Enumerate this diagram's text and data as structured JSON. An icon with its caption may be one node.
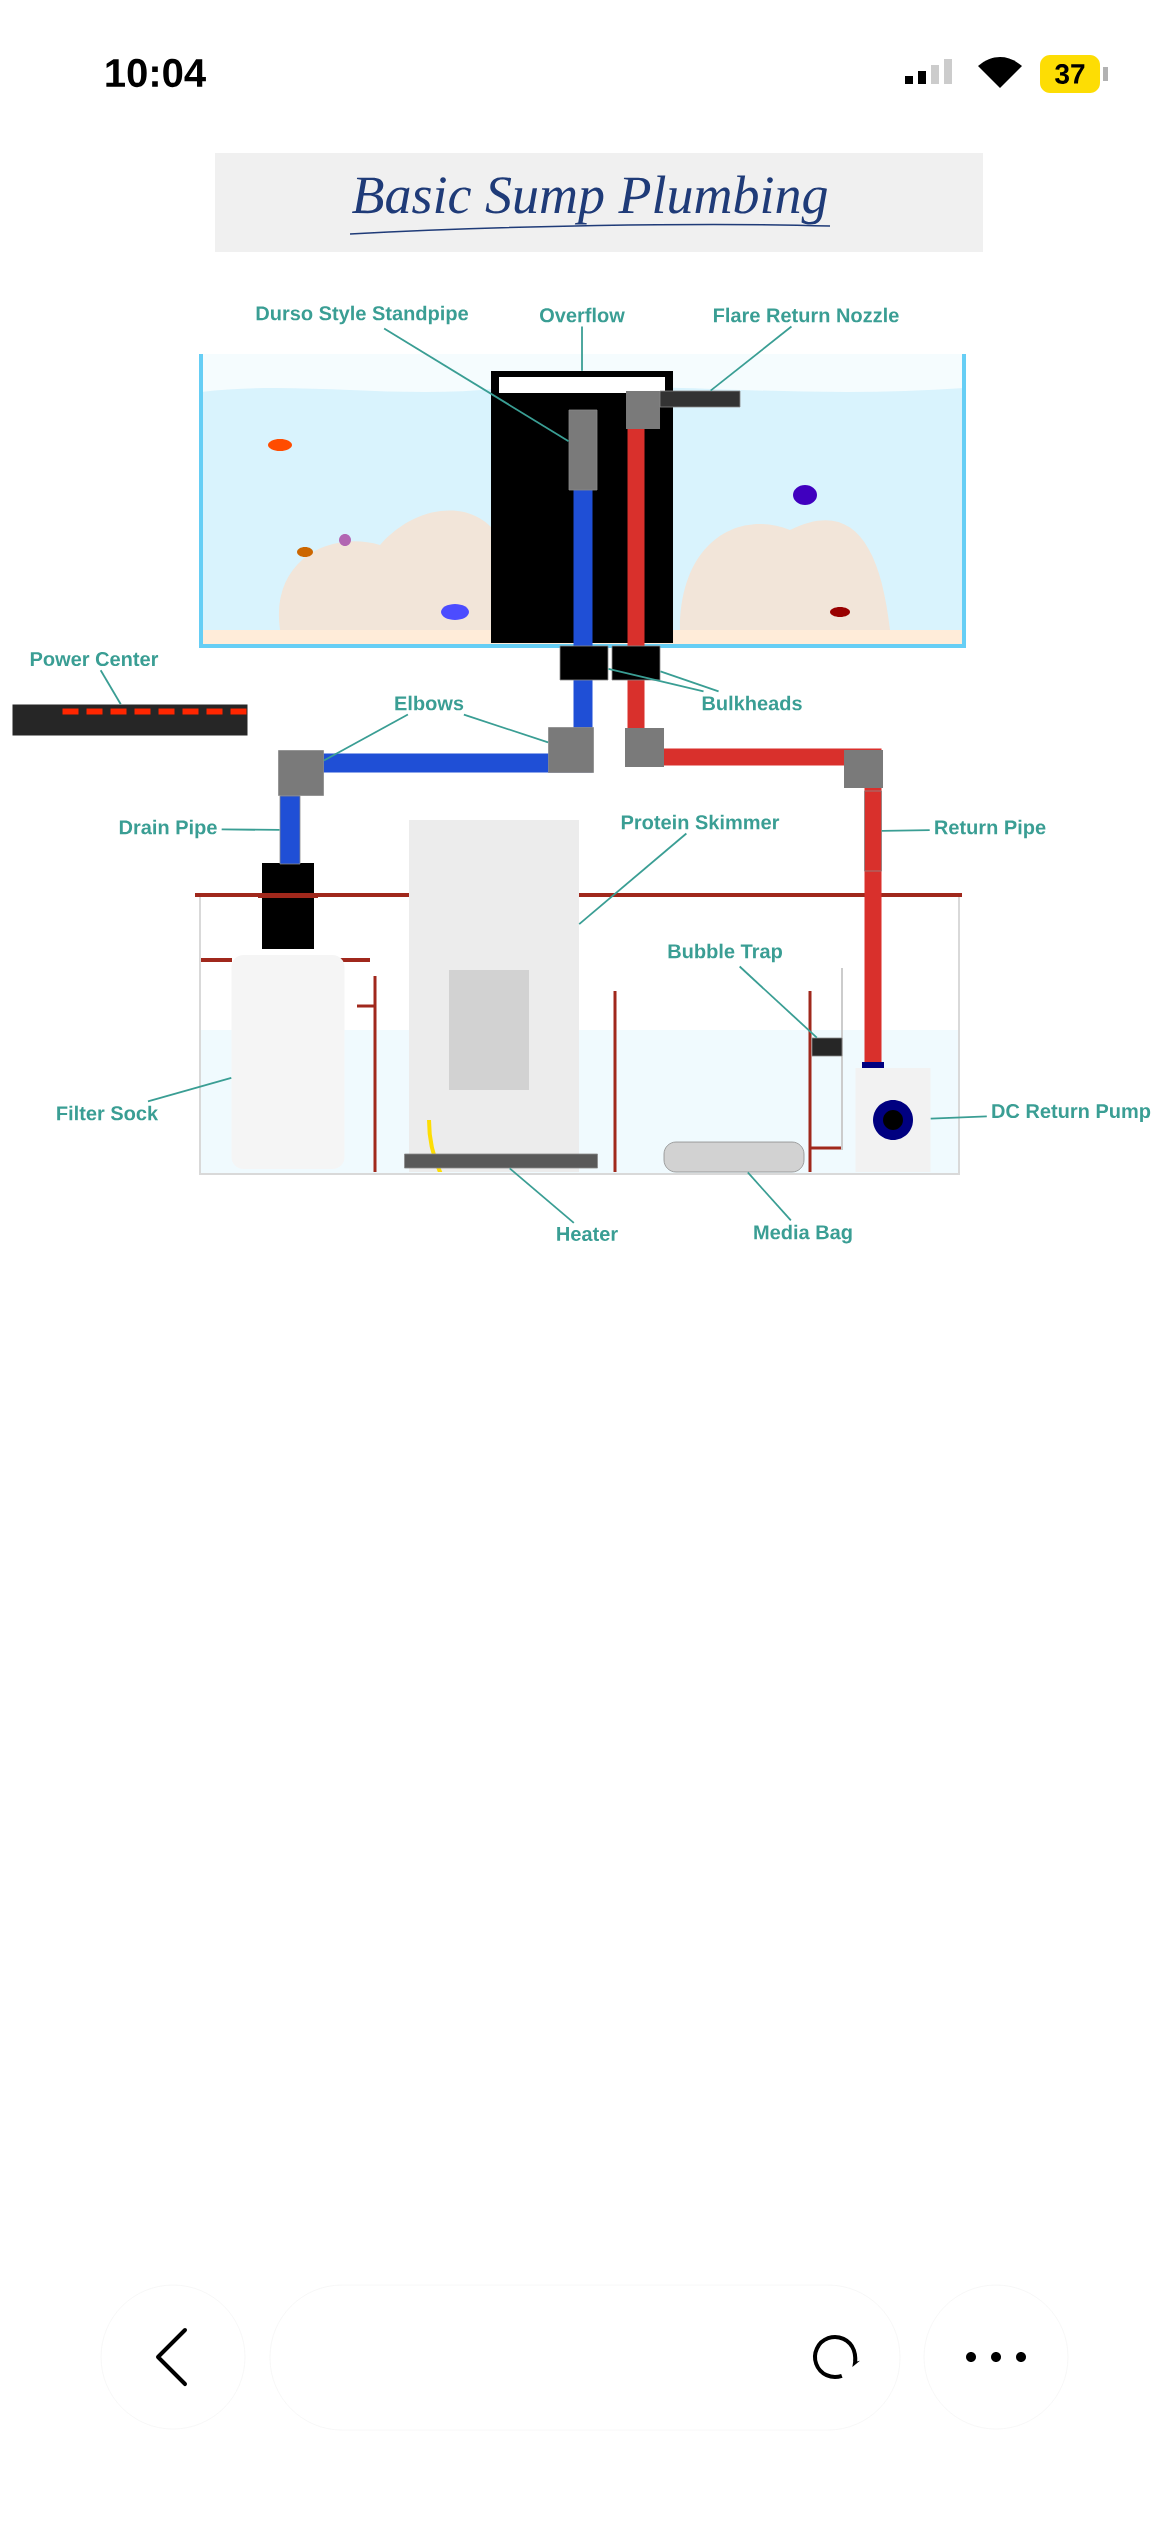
{
  "diagram": {
    "title": "Basic Sump Plumbing",
    "nodes": [
      {
        "text": [
          "Durso Style Standpipe"
        ]
      },
      {
        "text": [
          "Overflow"
        ]
      },
      {
        "text": [
          "Flare Return Nozzle"
        ]
      },
      {
        "text": [],
        "shape": "box",
        "in": 4
      },
      {
        "text": [],
        "shape": "picture"
      },
      {
        "text": [],
        "shape": "box"
      },
      {
        "text": [
          "Power Center"
        ]
      },
      {
        "text": [],
        "shape": "picture"
      },
      {
        "text": [
          "Elbows"
        ]
      },
      {
        "text": [
          "Bulkheads"
        ]
      },
      {
        "text": [],
        "shape": "box"
      },
      {
        "text": [],
        "shape": "box"
      },
      {
        "text": [],
        "shape": "box"
      },
      {
        "text": [],
        "shape": "box"
      },
      {
        "text": [
          "Drain Pipe"
        ]
      },
      {
        "text": [
          "Protein Skimmer"
        ]
      },
      {
        "text": [
          "Return Pipe"
        ]
      },
      {
        "text": [],
        "shape": "box"
      },
      {
        "text": [],
        "shape": "picture"
      },
      {
        "text": [],
        "shape": "box"
      },
      {
        "text": [
          "Bubble Trap"
        ]
      },
      {
        "text": [],
        "shape": "box"
      },
      {
        "text": [
          "Filter Sock"
        ]
      },
      {
        "text": [],
        "shape": "picture"
      },
      {
        "text": [
          "DC Return Pump"
        ]
      },
      {
        "text": [],
        "shape": "picture"
      },
      {
        "text": [
          "Heater"
        ]
      },
      {
        "text": [],
        "shape": "box"
      },
      {
        "text": [
          "Media Bag"
        ]
      },
      {
        "text": [],
        "shape": "box"
      }
    ],
    "edges": [
      {
        "from": 0,
        "to": 3,
        "arrow": "none"
      },
      {
        "from": 1,
        "to": 4,
        "arrow": "none"
      },
      {
        "from": 2,
        "to": 5,
        "arrow": "none"
      },
      {
        "from": 6,
        "to": 7,
        "arrow": "none"
      },
      {
        "from": 8,
        "to": 10,
        "arrow": "none"
      },
      {
        "from": 8,
        "to": 11,
        "arrow": "none"
      },
      {
        "from": 9,
        "to": 12,
        "arrow": "none"
      },
      {
        "from": 9,
        "to": 13,
        "arrow": "none"
      },
      {
        "from": 14,
        "to": 17,
        "arrow": "none"
      },
      {
        "from": 15,
        "to": 18,
        "arrow": "none"
      },
      {
        "from": 16,
        "to": 19,
        "arrow": "none"
      },
      {
        "from": 20,
        "to": 21,
        "arrow": "none"
      },
      {
        "from": 22,
        "to": 23,
        "arrow": "none"
      },
      {
        "from": 24,
        "to": 25,
        "arrow": "none"
      },
      {
        "from": 26,
        "to": 27,
        "arrow": "none"
      },
      {
        "from": 28,
        "to": 29,
        "arrow": "none"
      }
    ],
    "labels": [
      "10:04",
      "37"
    ]
  }
}
